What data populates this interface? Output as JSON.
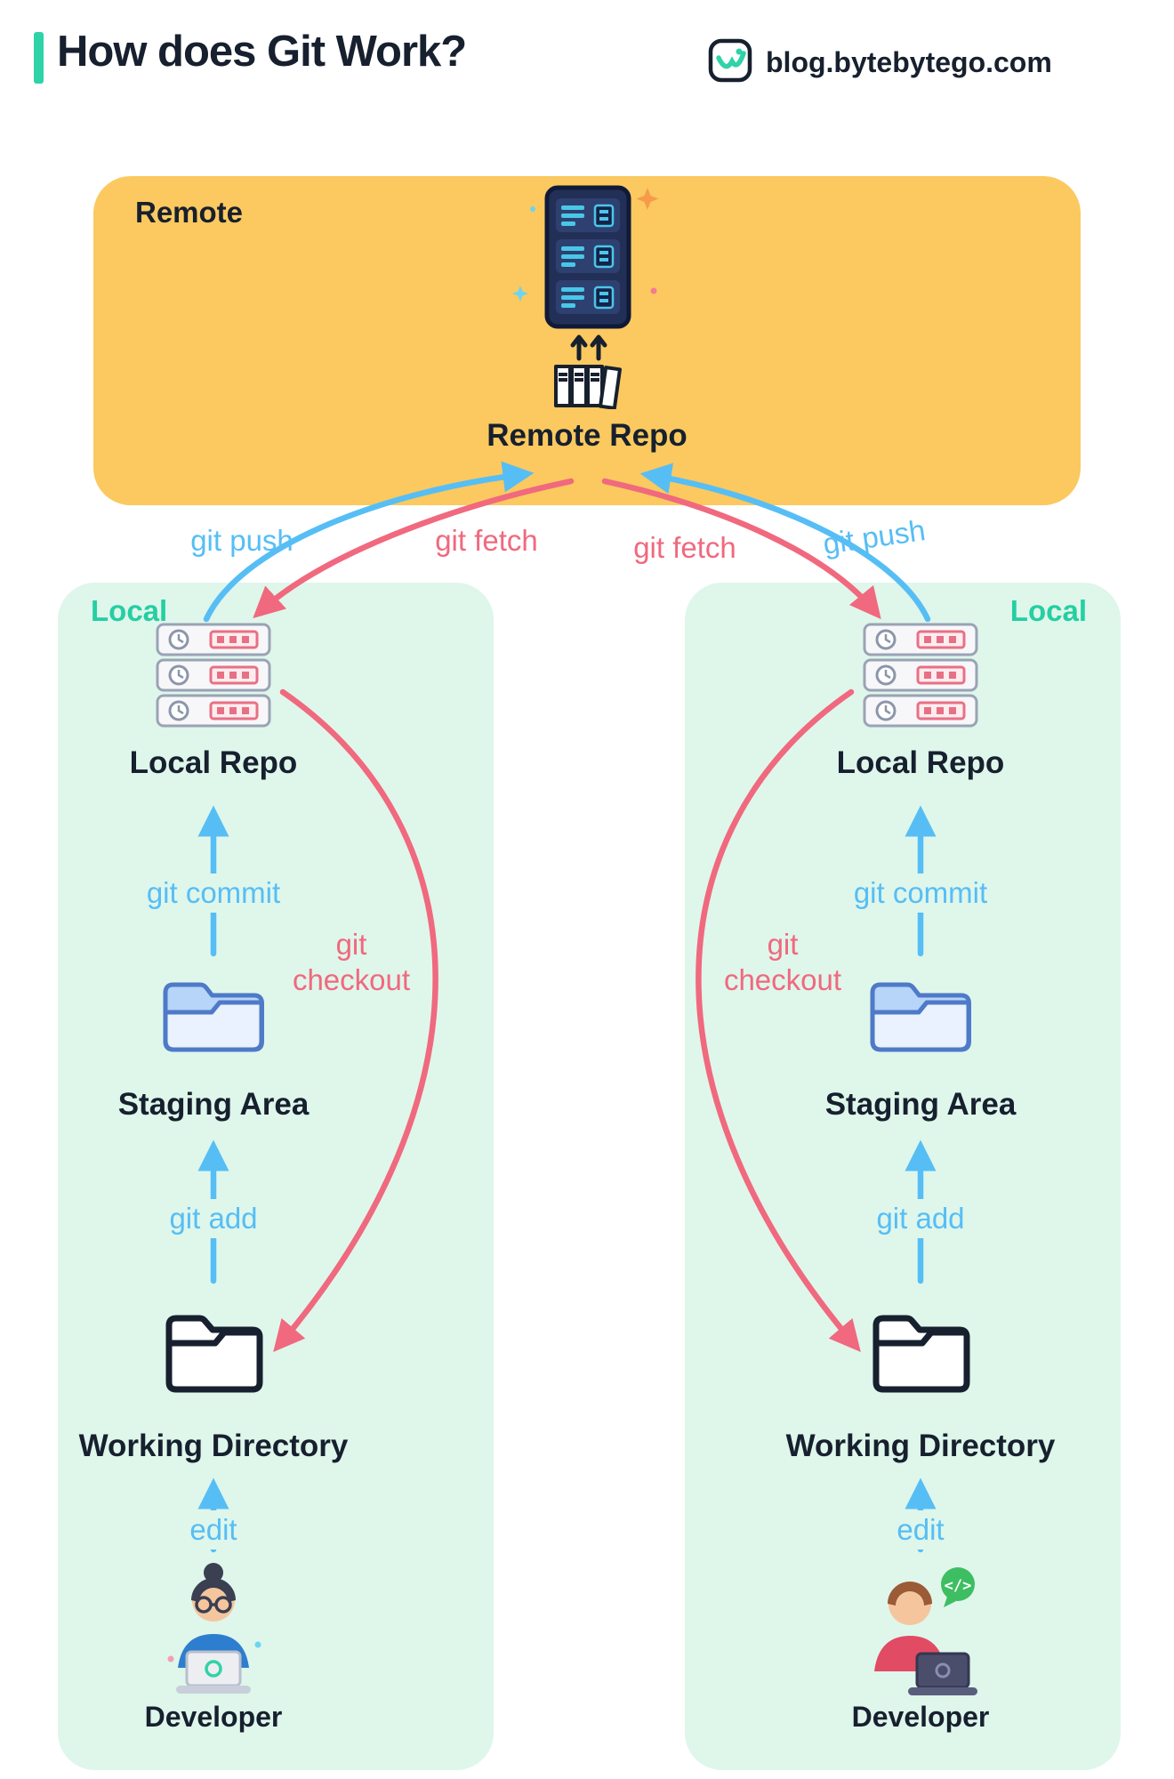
{
  "header": {
    "title": "How does Git Work?",
    "site": "blog.bytebytego.com",
    "accent_color": "#2FD3A8",
    "logo_icon": "bytebytego-logo"
  },
  "remote": {
    "label": "Remote",
    "repo_label": "Remote Repo",
    "bg_color": "#FBC95F",
    "server_icon": "remote-server-icon"
  },
  "flows": {
    "push_left": "git push",
    "fetch_left": "git fetch",
    "fetch_right": "git fetch",
    "push_right": "git push",
    "push_color": "#56BEF5",
    "fetch_color": "#F0697E"
  },
  "panels": [
    {
      "label": "Local",
      "bg_color": "#DFF6EB",
      "local_repo_label": "Local Repo",
      "local_repo_icon": "repo-stack-icon",
      "git_commit_label": "git commit",
      "git_checkout_label": "git checkout",
      "staging_label": "Staging Area",
      "staging_icon": "blue-folder-icon",
      "git_add_label": "git add",
      "working_label": "Working Directory",
      "working_icon": "outline-folder-icon",
      "edit_label": "edit",
      "developer_label": "Developer",
      "developer_icon": "developer-woman-laptop-icon"
    },
    {
      "label": "Local",
      "bg_color": "#DFF6EB",
      "local_repo_label": "Local Repo",
      "local_repo_icon": "repo-stack-icon",
      "git_commit_label": "git commit",
      "git_checkout_label": "git checkout",
      "staging_label": "Staging Area",
      "staging_icon": "blue-folder-icon",
      "git_add_label": "git add",
      "working_label": "Working Directory",
      "working_icon": "outline-folder-icon",
      "edit_label": "edit",
      "developer_label": "Developer",
      "developer_icon": "developer-man-laptop-icon"
    }
  ]
}
